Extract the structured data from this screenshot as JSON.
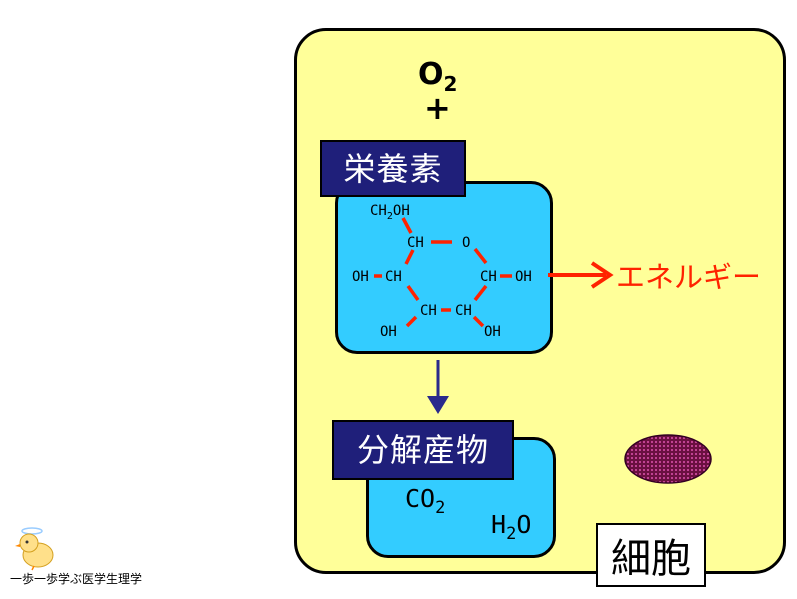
{
  "cell": {
    "label": "細胞",
    "colors": {
      "fill": "#ffff99",
      "border": "#000000"
    }
  },
  "oxygen": {
    "symbol": "O",
    "subscript": "2",
    "plus": "+"
  },
  "nutrient": {
    "label": "栄養素",
    "colors": {
      "label_bg": "#1f1f7a",
      "box_fill": "#33ccff"
    },
    "molecule": {
      "ch2oh_prefix": "CH",
      "ch2oh_sub": "2",
      "ch2oh_suffix": "OH",
      "ch_top": "CH",
      "o_ring": "O",
      "oh_left": "OH",
      "ch_left": "CH",
      "ch_right": "CH",
      "oh_right": "OH",
      "ch_bottom_left": "CH",
      "ch_bottom_right": "CH",
      "oh_bottom_left": "OH",
      "oh_bottom_right": "OH",
      "bond_color": "#ff2200"
    }
  },
  "energy": {
    "label": "エネルギー",
    "color": "#ff2200"
  },
  "products": {
    "label": "分解産物",
    "co2_prefix": "CO",
    "co2_sub": "2",
    "h2o_prefix": "H",
    "h2o_sub": "2",
    "h2o_suffix": "O"
  },
  "flow_arrow_color": "#2a2a8c",
  "organelle_color": "#6a1040",
  "footer": {
    "text": "一歩一歩学ぶ医学生理学"
  }
}
